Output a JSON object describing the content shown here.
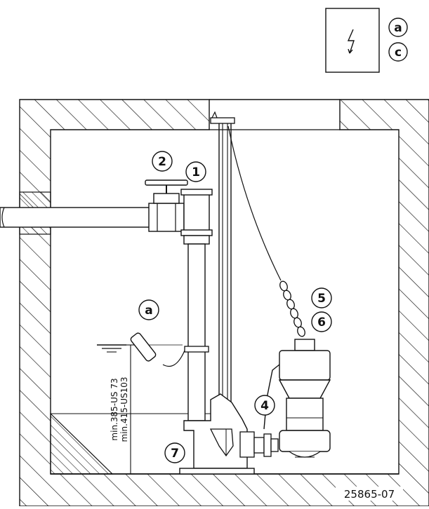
{
  "symbol_box": {
    "icon": "lightning-bolt-icon",
    "labels": [
      "a",
      "c"
    ]
  },
  "callouts": {
    "c1": "1",
    "c2": "2",
    "c4": "4",
    "c5": "5",
    "c6": "6",
    "c7": "7",
    "float": "a"
  },
  "dimension": {
    "line1": "min.385-US 73",
    "line2": "min.415-US103"
  },
  "reference": "25865-07",
  "colors": {
    "ink": "#111111",
    "paper": "#ffffff"
  }
}
